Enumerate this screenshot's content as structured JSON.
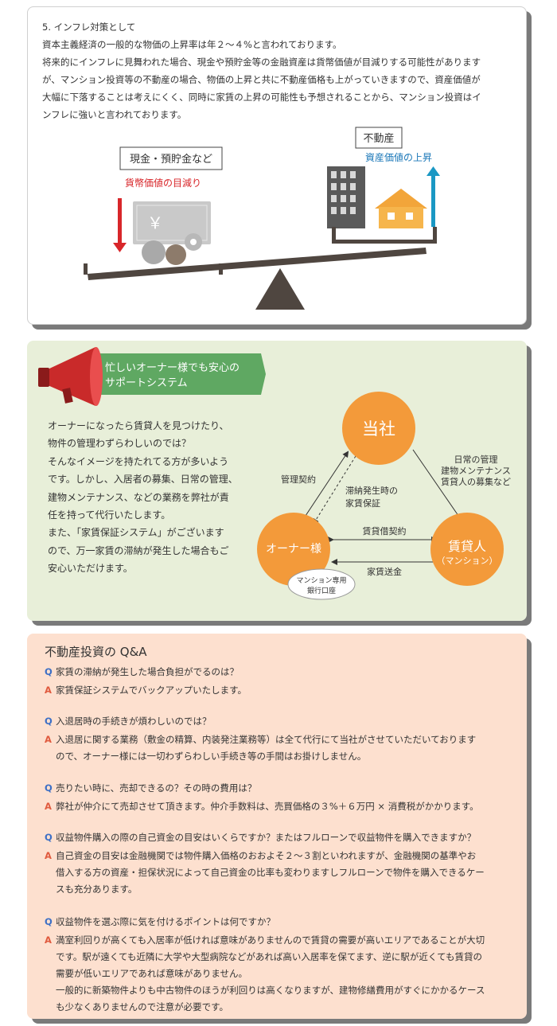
{
  "inflation": {
    "heading": "5. インフレ対策として",
    "lines": [
      "資本主義経済の一般的な物価の上昇率は年２〜４%と言われております。",
      "将来的にインフレに見舞われた場合、現金や預貯金等の金融資産は貨幣価値が目減りする可能性があります",
      "が、マンション投資等の不動産の場合、物価の上昇と共に不動産価格も上がっていきますので、資産価値が",
      "大幅に下落することは考えにくく、同時に家賃の上昇の可能性も予想されることから、マンション投資はイ",
      "ンフレに強いと言われております。"
    ],
    "cash_label": "現金・預貯金など",
    "cash_note": "貨幣価値の目減り",
    "yen_symbol": "￥",
    "realestate_label": "不動産",
    "realestate_note": "資産価値の上昇"
  },
  "support": {
    "banner_line1": "忙しいオーナー様でも安心の",
    "banner_line2": "サポートシステム",
    "body_lines": [
      "オーナーになったら賃貸人を見つけたり、",
      "物件の管理わずらわしいのでは？",
      "そんなイメージを持たれてる方が多いよう",
      "です。しかし、入居者の募集、日常の管理、",
      "建物メンテナンス、などの業務を弊社が責",
      "任を持って代行いたします。",
      "また、「家賃保証システム」がございます",
      "ので、万一家賃の滞納が発生した場合もご",
      "安心いただけます。"
    ],
    "company": "当社",
    "owner": "オーナー様",
    "tenant": "賃貸人",
    "tenant_sub": "（マンション）",
    "bank_line1": "マンション専用",
    "bank_line2": "銀行口座",
    "mgmt_contract": "管理契約",
    "guarantee_line1": "滞納発生時の",
    "guarantee_line2": "家賃保証",
    "services_line1": "日常の管理",
    "services_line2": "建物メンテナンス",
    "services_line3": "賃貸人の募集など",
    "lease_contract": "賃貸借契約",
    "rent_remit": "家賃送金"
  },
  "faq": {
    "title": "不動産投資の Q&A",
    "q_mark": "Q",
    "a_mark": "A",
    "items": [
      {
        "q": "家賃の滞納が発生した場合負担がでるのは？",
        "a": [
          "家賃保証システムでバックアップいたします。"
        ]
      },
      {
        "q": "入退居時の手続きが煩わしいのでは？",
        "a": [
          "入退居に関する業務（敷金の精算、内装発注業務等）は全て代行にて当社がさせていただいております",
          "ので、オーナー様には一切わずらわしい手続き等の手間はお掛けしません。"
        ]
      },
      {
        "q": "売りたい時に、売却できるの？その時の費用は？",
        "a": [
          "弊社が仲介にて売却させて頂きます。仲介手数料は、売買価格の３%＋６万円 × 消費税がかかります。"
        ]
      },
      {
        "q": "収益物件購入の際の自己資金の目安はいくらですか？またはフルローンで収益物件を購入できますか？",
        "a": [
          "自己資金の目安は金融機関では物件購入価格のおおよそ２〜３割といわれますが、金融機関の基準やお",
          "借入する方の資産・担保状況によって自己資金の比率も変わりますしフルローンで物件を購入できるケー",
          "スも充分あります。"
        ]
      },
      {
        "q": "収益物件を選ぶ際に気を付けるポイントは何ですか？",
        "a": [
          "満室利回りが高くても入居率が低ければ意味がありませんので賃貸の需要が高いエリアであることが大切",
          "です。駅が遠くても近隣に大学や大型病院などがあれば高い入居率を保てます、逆に駅が近くても賃貸の",
          "需要が低いエリアであれば意味がありません。",
          "一般的に新築物件よりも中古物件のほうが利回りは高くなりますが、建物修繕費用がすぐにかかるケース",
          "も少なくありませんので注意が必要です。"
        ]
      }
    ]
  },
  "colors": {
    "orange": "#f39a3a",
    "green_banner": "#5fa862",
    "blue_arrow": "#1a98c4",
    "red_arrow": "#d8262a",
    "balance": "#4f4640"
  }
}
